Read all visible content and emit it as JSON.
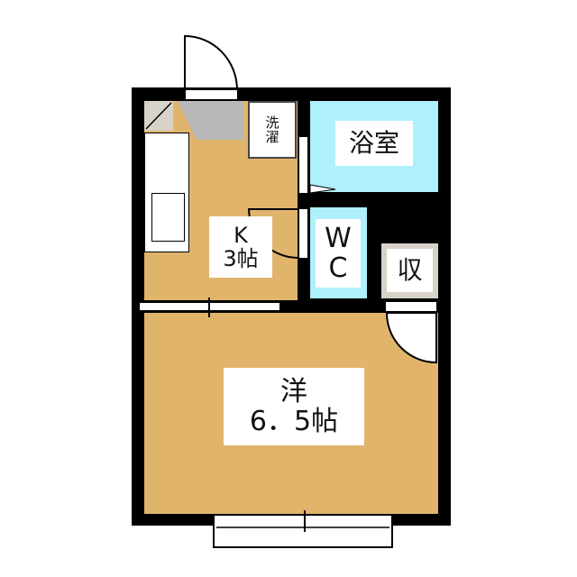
{
  "rooms": {
    "kitchen": {
      "name": "K",
      "size": "3帖"
    },
    "laundry": {
      "line1": "洗",
      "line2": "濯"
    },
    "bath": {
      "name": "浴室"
    },
    "wc": {
      "line1": "W",
      "line2": "C"
    },
    "storage": {
      "name": "収"
    },
    "western": {
      "name": "洋",
      "size": "6．5帖"
    }
  },
  "colors": {
    "floor": "#e1b46c",
    "wet": "#aef0fb",
    "storage": "#d8d3c8",
    "wall": "#000000"
  }
}
